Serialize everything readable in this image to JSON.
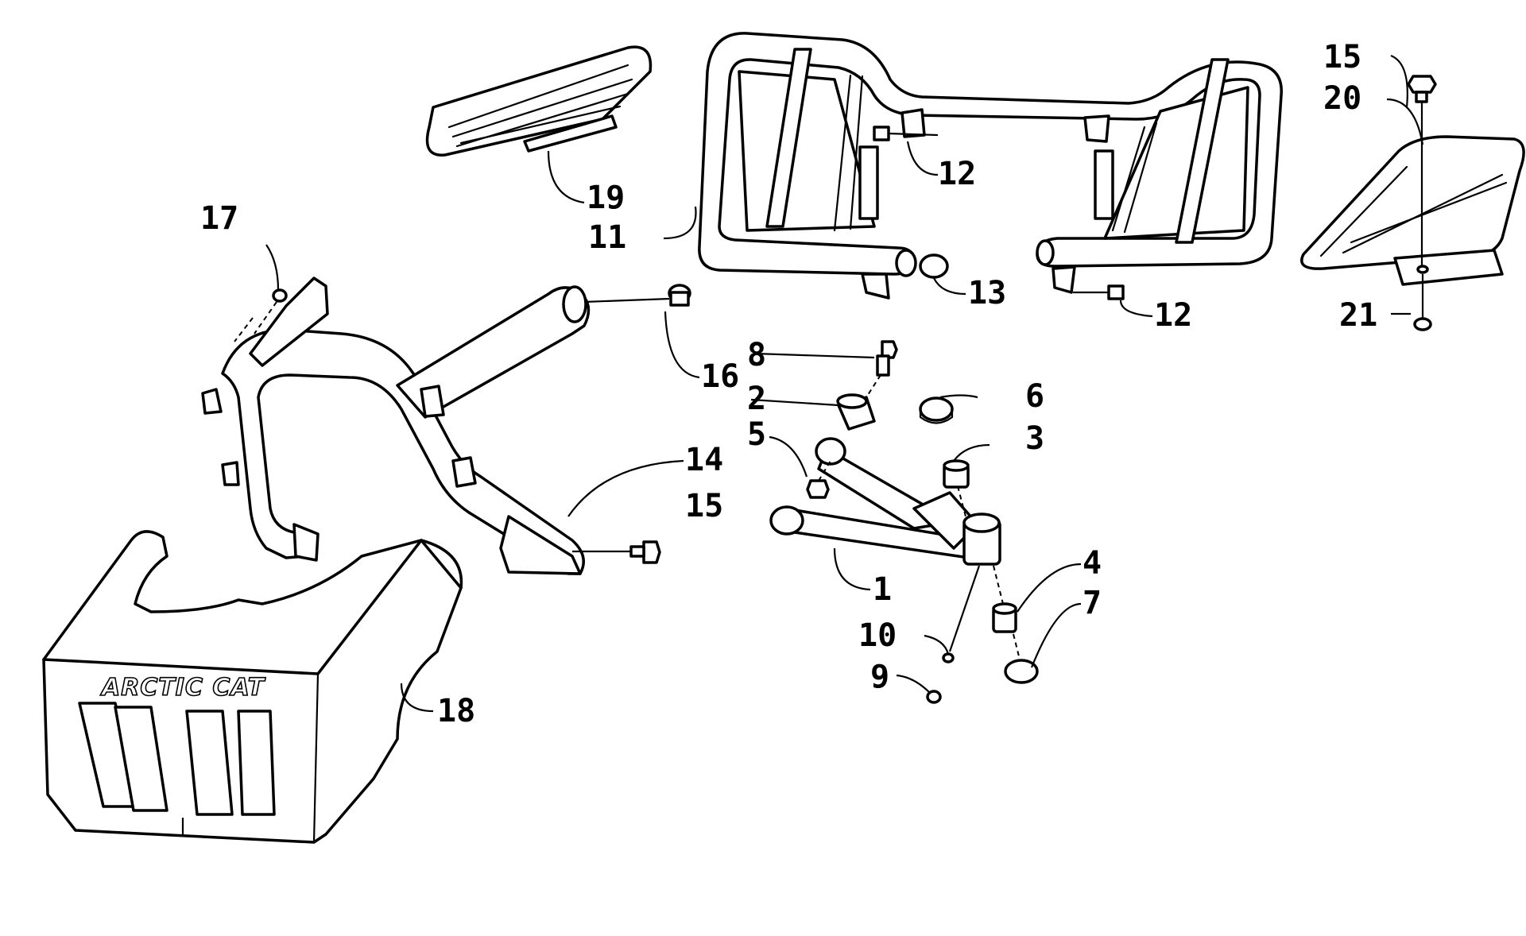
{
  "diagram": {
    "brand_text": "ARCTIC CAT",
    "callouts": [
      "1",
      "2",
      "3",
      "4",
      "5",
      "6",
      "7",
      "8",
      "9",
      "10",
      "11",
      "12",
      "12",
      "13",
      "14",
      "15",
      "15",
      "16",
      "17",
      "18",
      "19",
      "20",
      "21"
    ]
  }
}
